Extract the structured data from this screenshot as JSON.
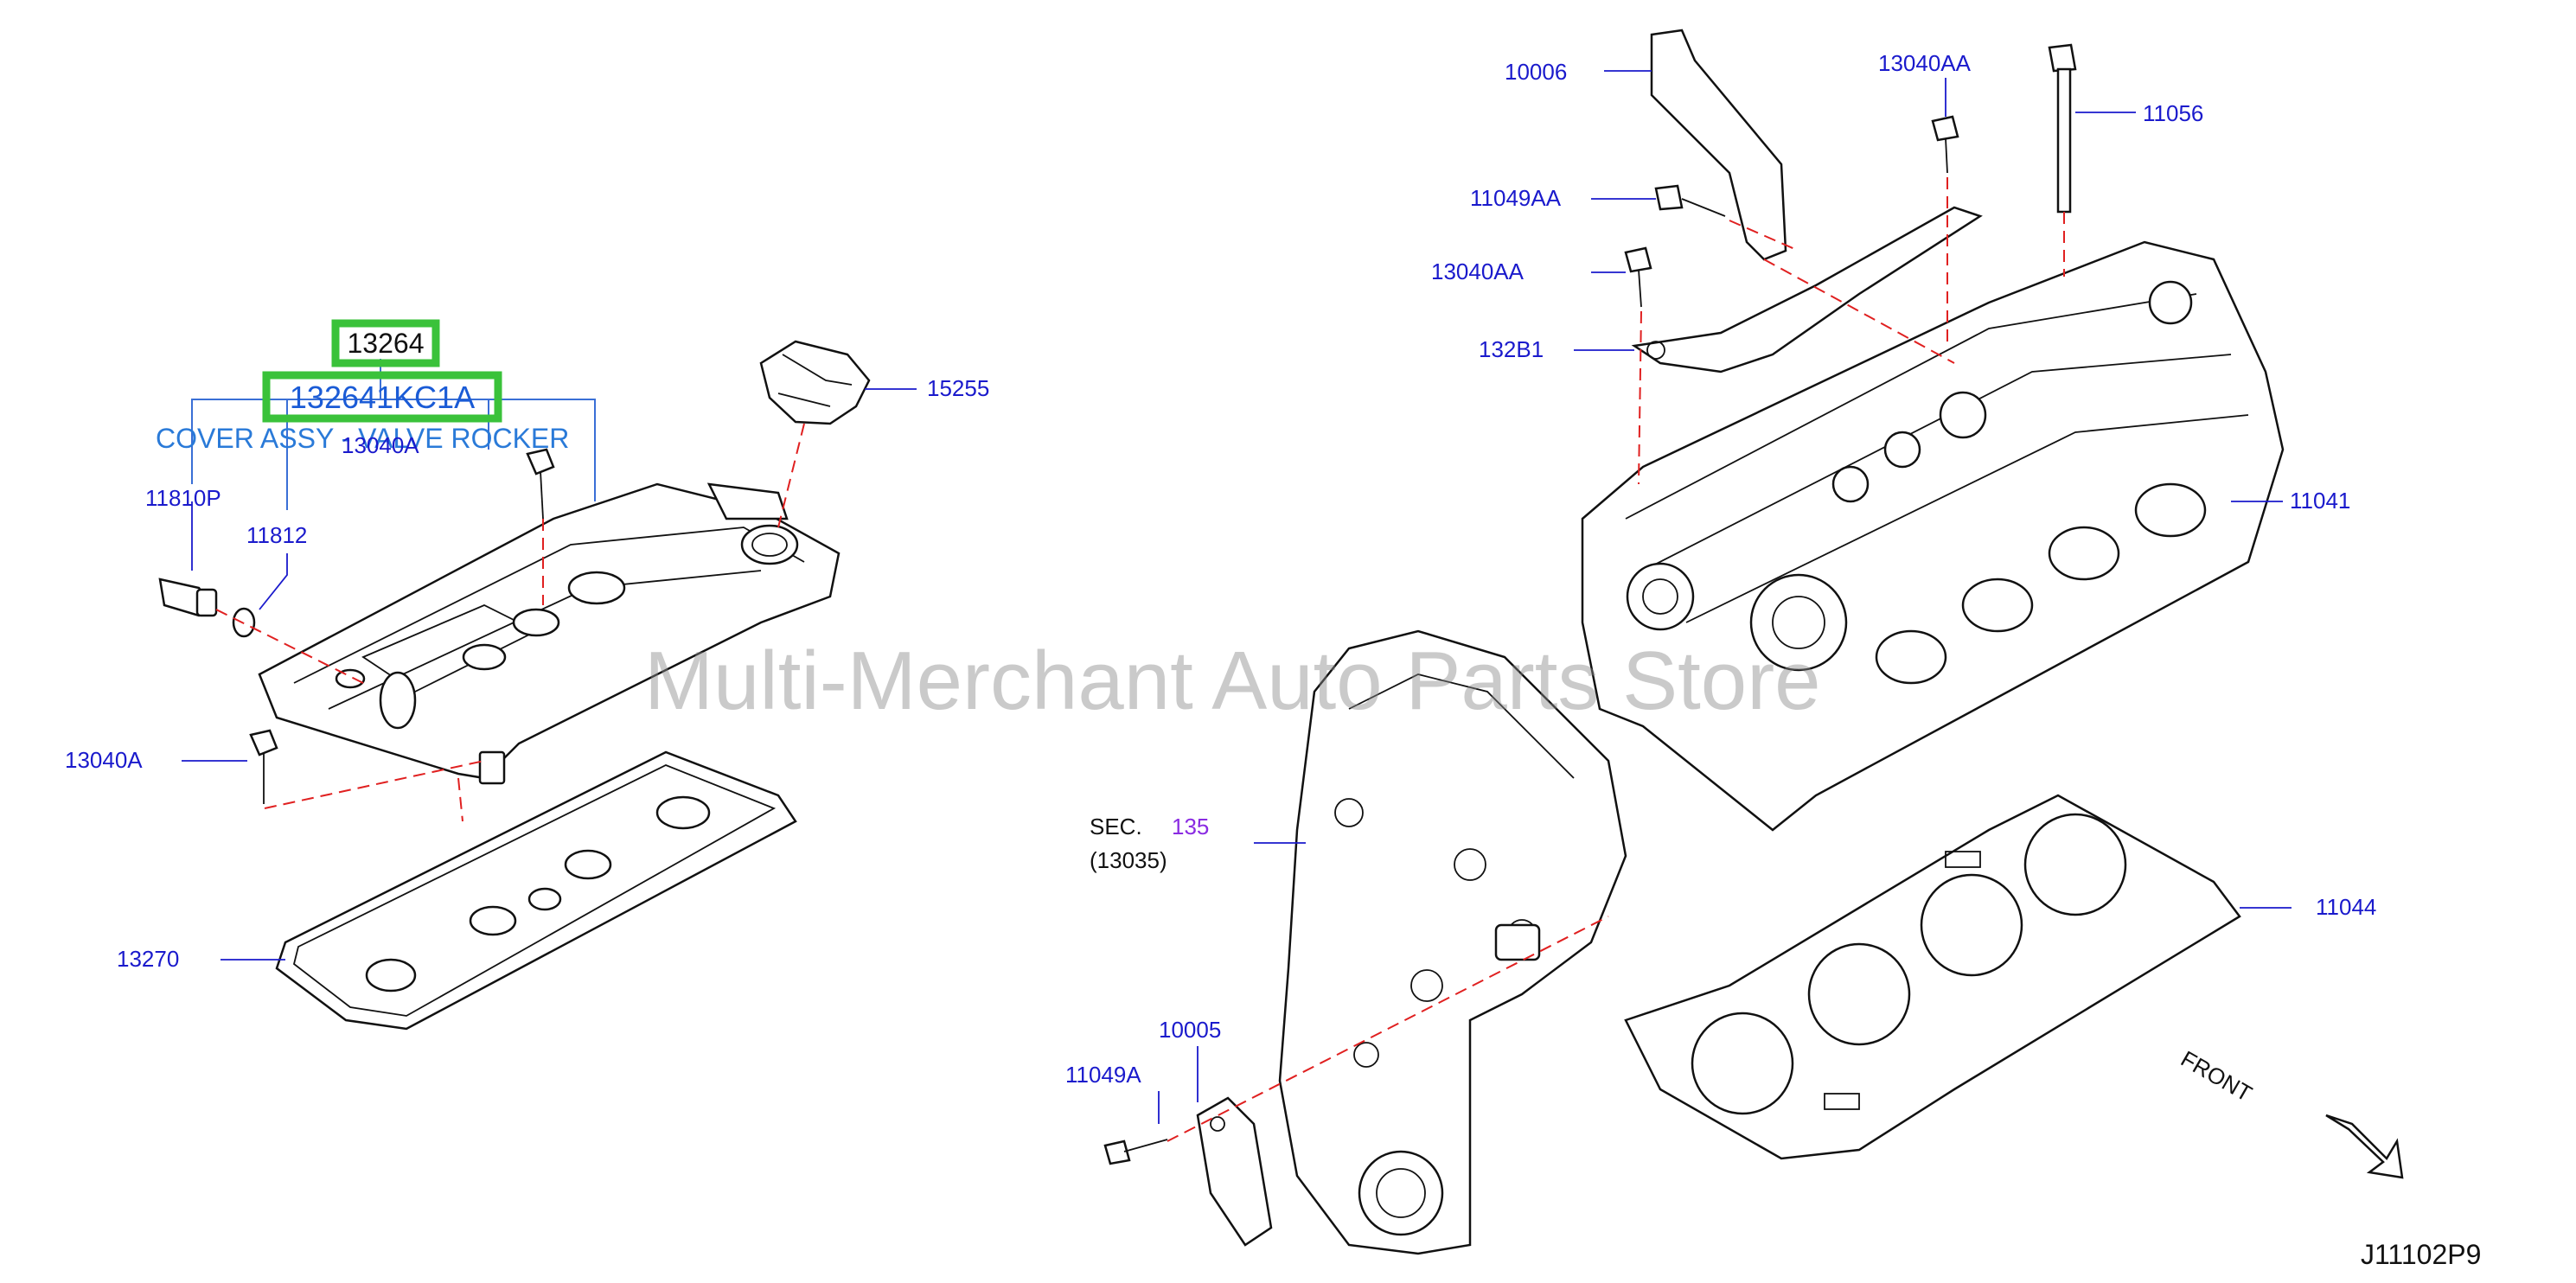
{
  "labels": {
    "p13264": "13264",
    "p132641KC1A": "132641KC1A",
    "desc": "COVER ASSY - VALVE ROCKER",
    "p13040A_top": "13040A",
    "p11810P": "11810P",
    "p11812": "11812",
    "p15255": "15255",
    "p13040A_left": "13040A",
    "p13270": "13270",
    "p10006": "10006",
    "p13040AA_top": "13040AA",
    "p11056": "11056",
    "p11049AA": "11049AA",
    "p13040AA_mid": "13040AA",
    "p132B1": "132B1",
    "p11041": "11041",
    "sec_prefix": "SEC.",
    "sec_num": "135",
    "sec_ref": "(13035)",
    "p11044": "11044",
    "p10005": "10005",
    "p11049A": "11049A",
    "front": "FRONT",
    "diagram_code": "J11102P9"
  },
  "watermark": "Multi-Merchant Auto Parts Store",
  "colors": {
    "label": "#1a1acc",
    "highlight": "#3ac23a",
    "dashed_line": "#e02020",
    "section_number": "#8a2be2",
    "watermark": "#8a8a8a"
  }
}
